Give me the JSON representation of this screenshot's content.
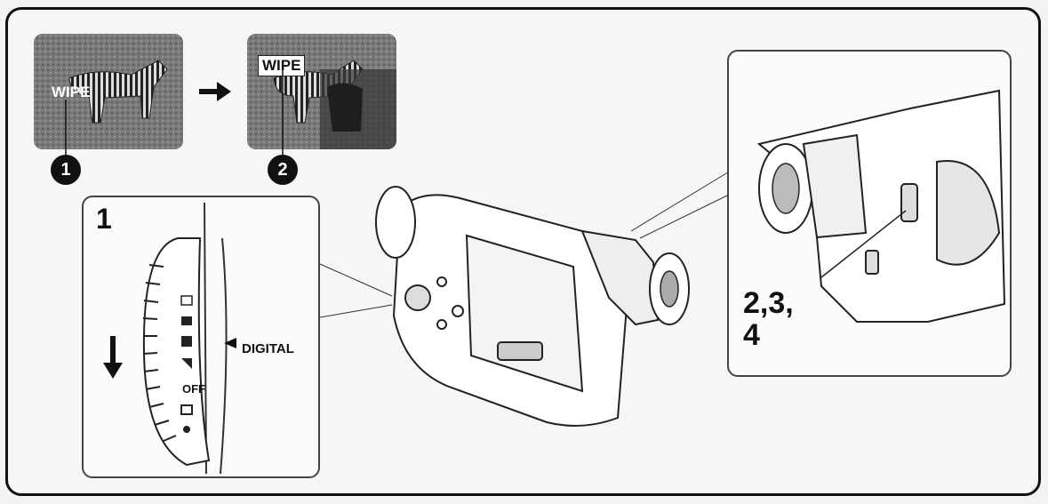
{
  "example": {
    "before_label": "WIPE",
    "after_label": "WIPE",
    "callout_1": "1",
    "callout_2": "2"
  },
  "dial_panel": {
    "step_number": "1",
    "digital_label": "DIGITAL",
    "off_label": "OFF"
  },
  "eyepiece_panel": {
    "step_line1": "2,3,",
    "step_line2": "4"
  }
}
